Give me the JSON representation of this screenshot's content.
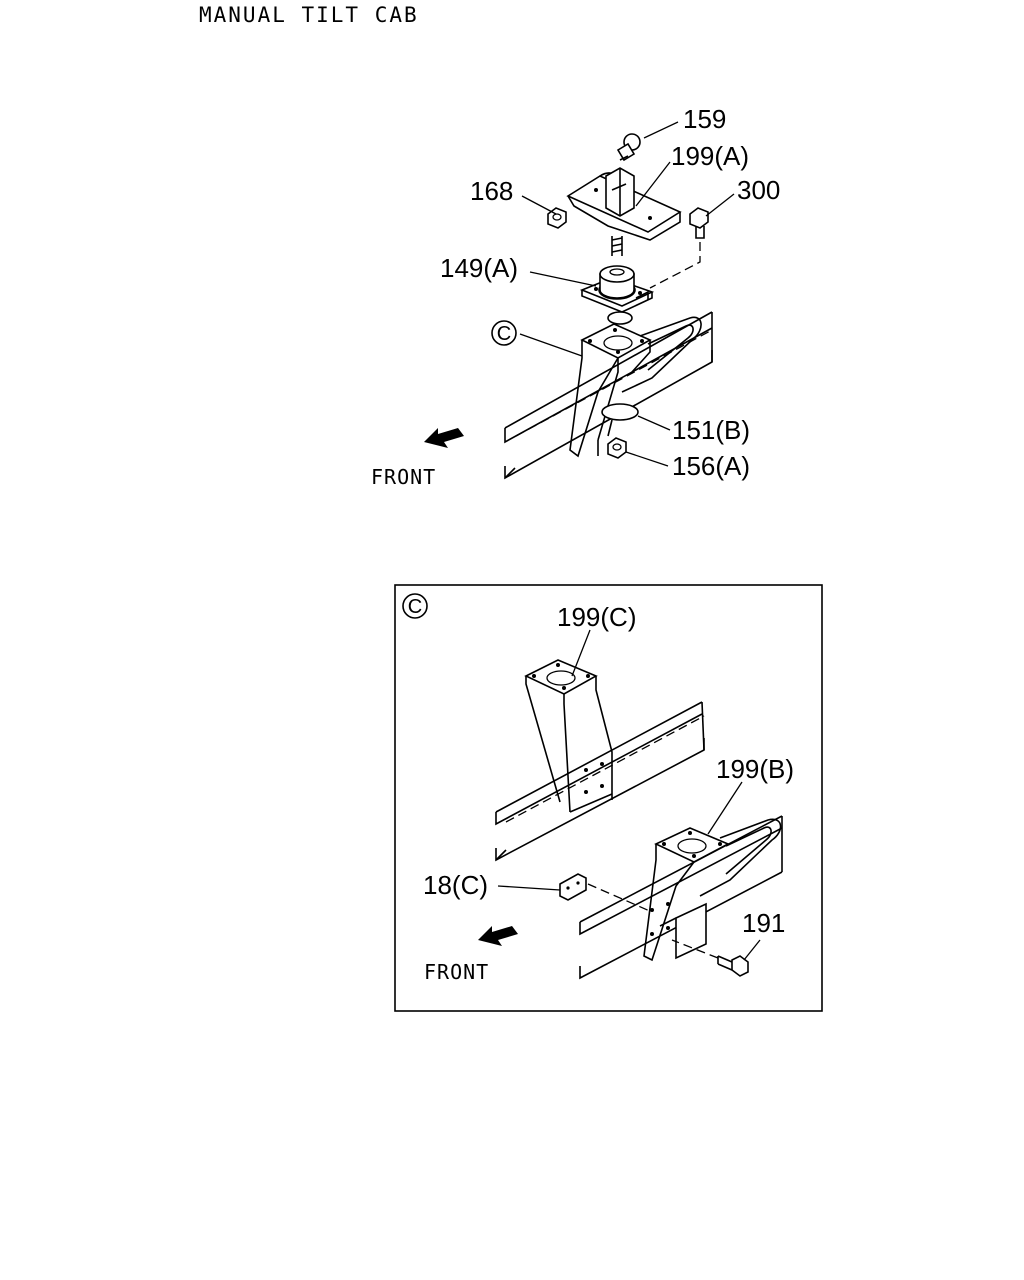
{
  "page_title": "MANUAL TILT CAB",
  "upper_view": {
    "callouts": [
      "159",
      "199(A)",
      "168",
      "300",
      "149(A)",
      "151(B)",
      "156(A)"
    ],
    "detail_marker": "C",
    "front_label": "FRONT"
  },
  "detail_view": {
    "detail_marker": "C",
    "callouts": [
      "199(C)",
      "199(B)",
      "18(C)",
      "191"
    ],
    "front_label": "FRONT"
  }
}
